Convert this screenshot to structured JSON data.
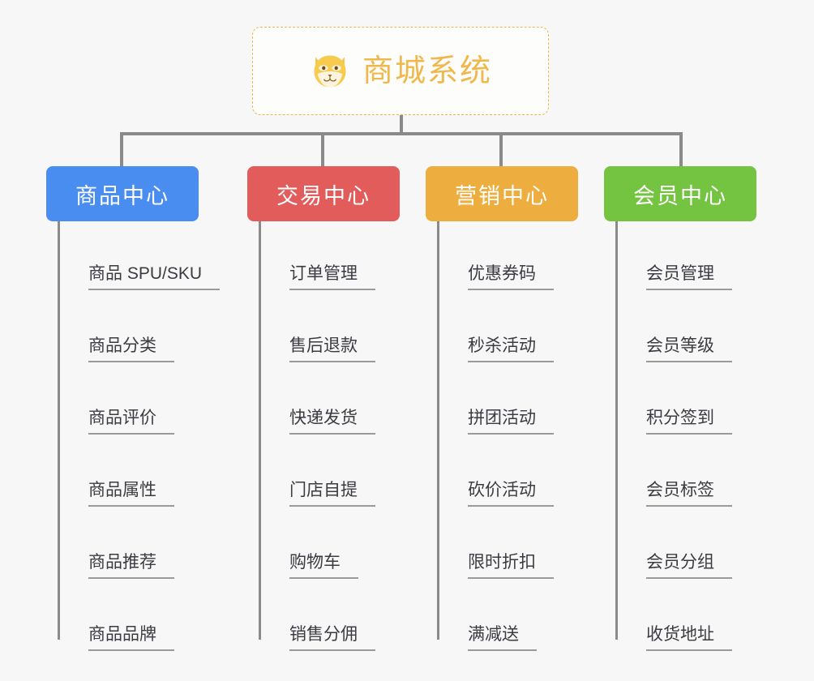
{
  "root": {
    "title": "商城系统",
    "icon": "shiba-dog-face-icon",
    "border_color": "#e9b84a",
    "text_color": "#f0b74a"
  },
  "canvas": {
    "background": "#f7f7f7",
    "connector_color": "#8a8a8a"
  },
  "categories": [
    {
      "label": "商品中心",
      "color": "#4a8df0",
      "items": [
        "商品 SPU/SKU",
        "商品分类",
        "商品评价",
        "商品属性",
        "商品推荐",
        "商品品牌"
      ]
    },
    {
      "label": "交易中心",
      "color": "#e25c5c",
      "items": [
        "订单管理",
        "售后退款",
        "快递发货",
        "门店自提",
        "购物车",
        "销售分佣"
      ]
    },
    {
      "label": "营销中心",
      "color": "#edae3f",
      "items": [
        "优惠券码",
        "秒杀活动",
        "拼团活动",
        "砍价活动",
        "限时折扣",
        "满减送"
      ]
    },
    {
      "label": "会员中心",
      "color": "#74c341",
      "items": [
        "会员管理",
        "会员等级",
        "积分签到",
        "会员标签",
        "会员分组",
        "收货地址"
      ]
    }
  ]
}
